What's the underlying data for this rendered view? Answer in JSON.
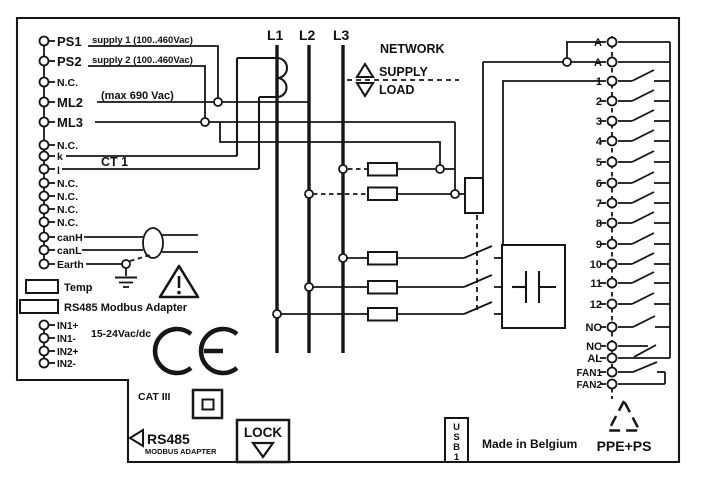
{
  "phases": {
    "l1": "L1",
    "l2": "L2",
    "l3": "L3"
  },
  "network": {
    "label": "NETWORK",
    "supply": "SUPPLY",
    "load": "LOAD"
  },
  "ct": {
    "label": "CT 1"
  },
  "left_terminals": [
    "PS1",
    "PS2",
    "N.C.",
    "ML2",
    "ML3",
    "N.C.",
    "k",
    "l",
    "N.C.",
    "N.C.",
    "N.C.",
    "N.C.",
    "canH",
    "canL",
    "Earth"
  ],
  "left_notes": {
    "ps1": "supply 1  (100..460Vac)",
    "ps2": "supply 2  (100..460Vac)",
    "ml2": "(max 690 Vac)"
  },
  "sensors": {
    "temp": "Temp",
    "rs485_adapter": "RS485 Modbus Adapter"
  },
  "inputs": {
    "terminals": [
      "IN1+",
      "IN1-",
      "IN2+",
      "IN2-"
    ],
    "voltage_note": "15-24Vac/dc"
  },
  "right_terminals": [
    "A",
    "A",
    "1",
    "2",
    "3",
    "4",
    "5",
    "6",
    "7",
    "8",
    "9",
    "10",
    "11",
    "12",
    "NO",
    "NC",
    "AL",
    "FAN1",
    "FAN2"
  ],
  "bottom": {
    "cat_rating": "CAT III",
    "rs485": "RS485",
    "modbus_adapter": "MODBUS ADAPTER",
    "lock": "LOCK",
    "usb": [
      "U",
      "S",
      "B",
      "1"
    ],
    "made_in": "Made in Belgium",
    "recycling_code": "PPE+PS"
  }
}
